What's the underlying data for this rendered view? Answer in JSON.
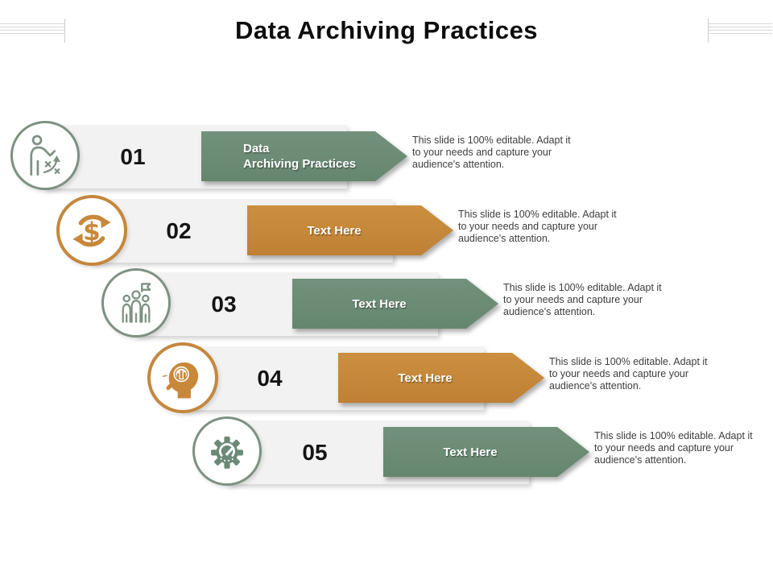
{
  "title": "Data Archiving Practices",
  "accent_colors": {
    "green": "#6b8a75",
    "orange": "#c8883a"
  },
  "rows": [
    {
      "number": "01",
      "icon": "strategy-person-icon",
      "accent": "green",
      "banner_lines": [
        "Data",
        "Archiving Practices"
      ],
      "description": "This slide is 100% editable. Adapt it to your needs and capture your audience's attention."
    },
    {
      "number": "02",
      "icon": "money-circulation-icon",
      "accent": "orange",
      "banner_lines": [
        "Text Here"
      ],
      "description": "This slide is 100% editable. Adapt it to your needs and capture your audience's attention."
    },
    {
      "number": "03",
      "icon": "team-achievement-icon",
      "accent": "green",
      "banner_lines": [
        "Text Here"
      ],
      "description": "This slide is 100% editable. Adapt it to your needs and capture your audience's attention."
    },
    {
      "number": "04",
      "icon": "insight-analysis-icon",
      "accent": "orange",
      "banner_lines": [
        "Text Here"
      ],
      "description": "This slide is 100% editable. Adapt it to your needs and capture your audience's attention."
    },
    {
      "number": "05",
      "icon": "performance-gear-icon",
      "accent": "green",
      "banner_lines": [
        "Text Here"
      ],
      "description": "This slide is 100% editable. Adapt it to your needs and capture your audience's attention."
    }
  ]
}
